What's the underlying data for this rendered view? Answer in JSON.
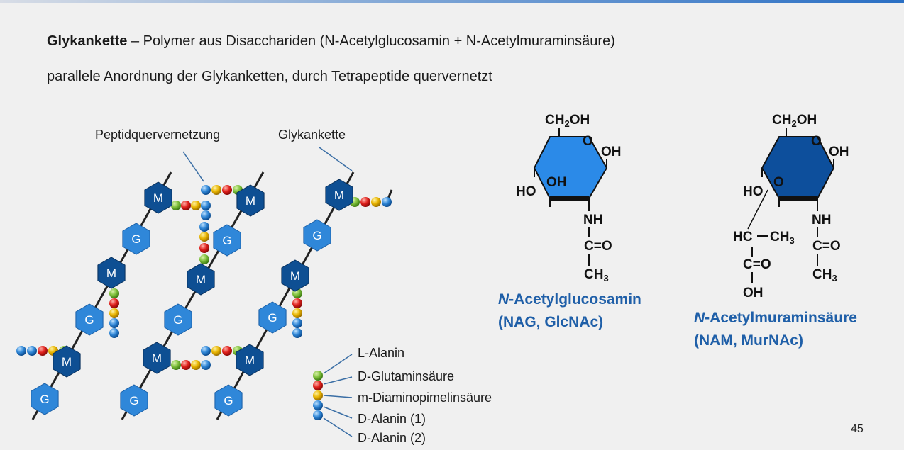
{
  "header": {
    "line1_bold": "Glykankette",
    "line1_rest": " – Polymer aus Disacchariden (N-Acetylglucosamin + N-Acetylmuraminsäure)",
    "line2": "parallele Anordnung der Glykanketten, durch Tetrapeptide quervernetzt"
  },
  "diagram": {
    "callout_crosslink": "Peptidquervernetzung",
    "callout_chain": "Glykankette",
    "unit_m": "M",
    "unit_g": "G"
  },
  "legend": {
    "items": [
      "L-Alanin",
      "D-Glutaminsäure",
      "m-Diaminopimelinsäure",
      "D-Alanin (1)",
      "D-Alanin (2)"
    ],
    "colors": [
      "#7dbf3a",
      "#e0201c",
      "#e8b400",
      "#2f86d6",
      "#2f86d6"
    ]
  },
  "nag": {
    "ch2oh_pre": "CH",
    "ch2oh_sub": "2",
    "ch2oh_post": "OH",
    "ring_o": "O",
    "oh_right": "OH",
    "oh_inner": "OH",
    "ho_left": "HO",
    "nh": "NH",
    "co": "C=O",
    "ch3_pre": "CH",
    "ch3_sub": "3",
    "name_italic": "N",
    "name_rest": "-Acetylglucosamin",
    "abbr": "(NAG, GlcNAc)",
    "ring_color": "#2b8ae8"
  },
  "nam": {
    "ch2oh_pre": "CH",
    "ch2oh_sub": "2",
    "ch2oh_post": "OH",
    "ring_o": "O",
    "oh_right": "OH",
    "ring_o2": "O",
    "ho_left": "HO",
    "nh": "NH",
    "co": "C=O",
    "ch3_pre": "CH",
    "ch3_sub": "3",
    "hc": "HC",
    "hc_ch3_pre": "CH",
    "hc_ch3_sub": "3",
    "co2": "C=O",
    "oh_bottom": "OH",
    "name_italic": "N",
    "name_rest": "-Acetylmuraminsäure",
    "abbr": "(NAM, MurNAc)",
    "ring_color": "#0d4f9c"
  },
  "page": {
    "number": "45"
  },
  "colors": {
    "m_hex": "#0e4f93",
    "g_hex": "#2f87d9",
    "title_blue": "#1f5fa8"
  }
}
